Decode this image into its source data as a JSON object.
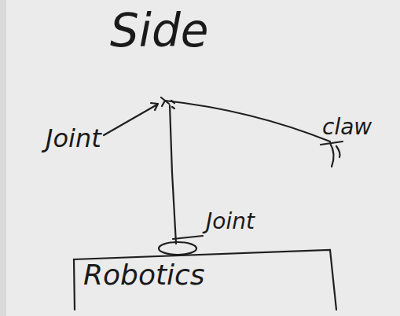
{
  "diagram": {
    "title": "Side",
    "nodes": [
      {
        "text": [
          "Robotics"
        ]
      }
    ],
    "labels": [
      "Joint",
      "claw",
      "Joint"
    ]
  }
}
